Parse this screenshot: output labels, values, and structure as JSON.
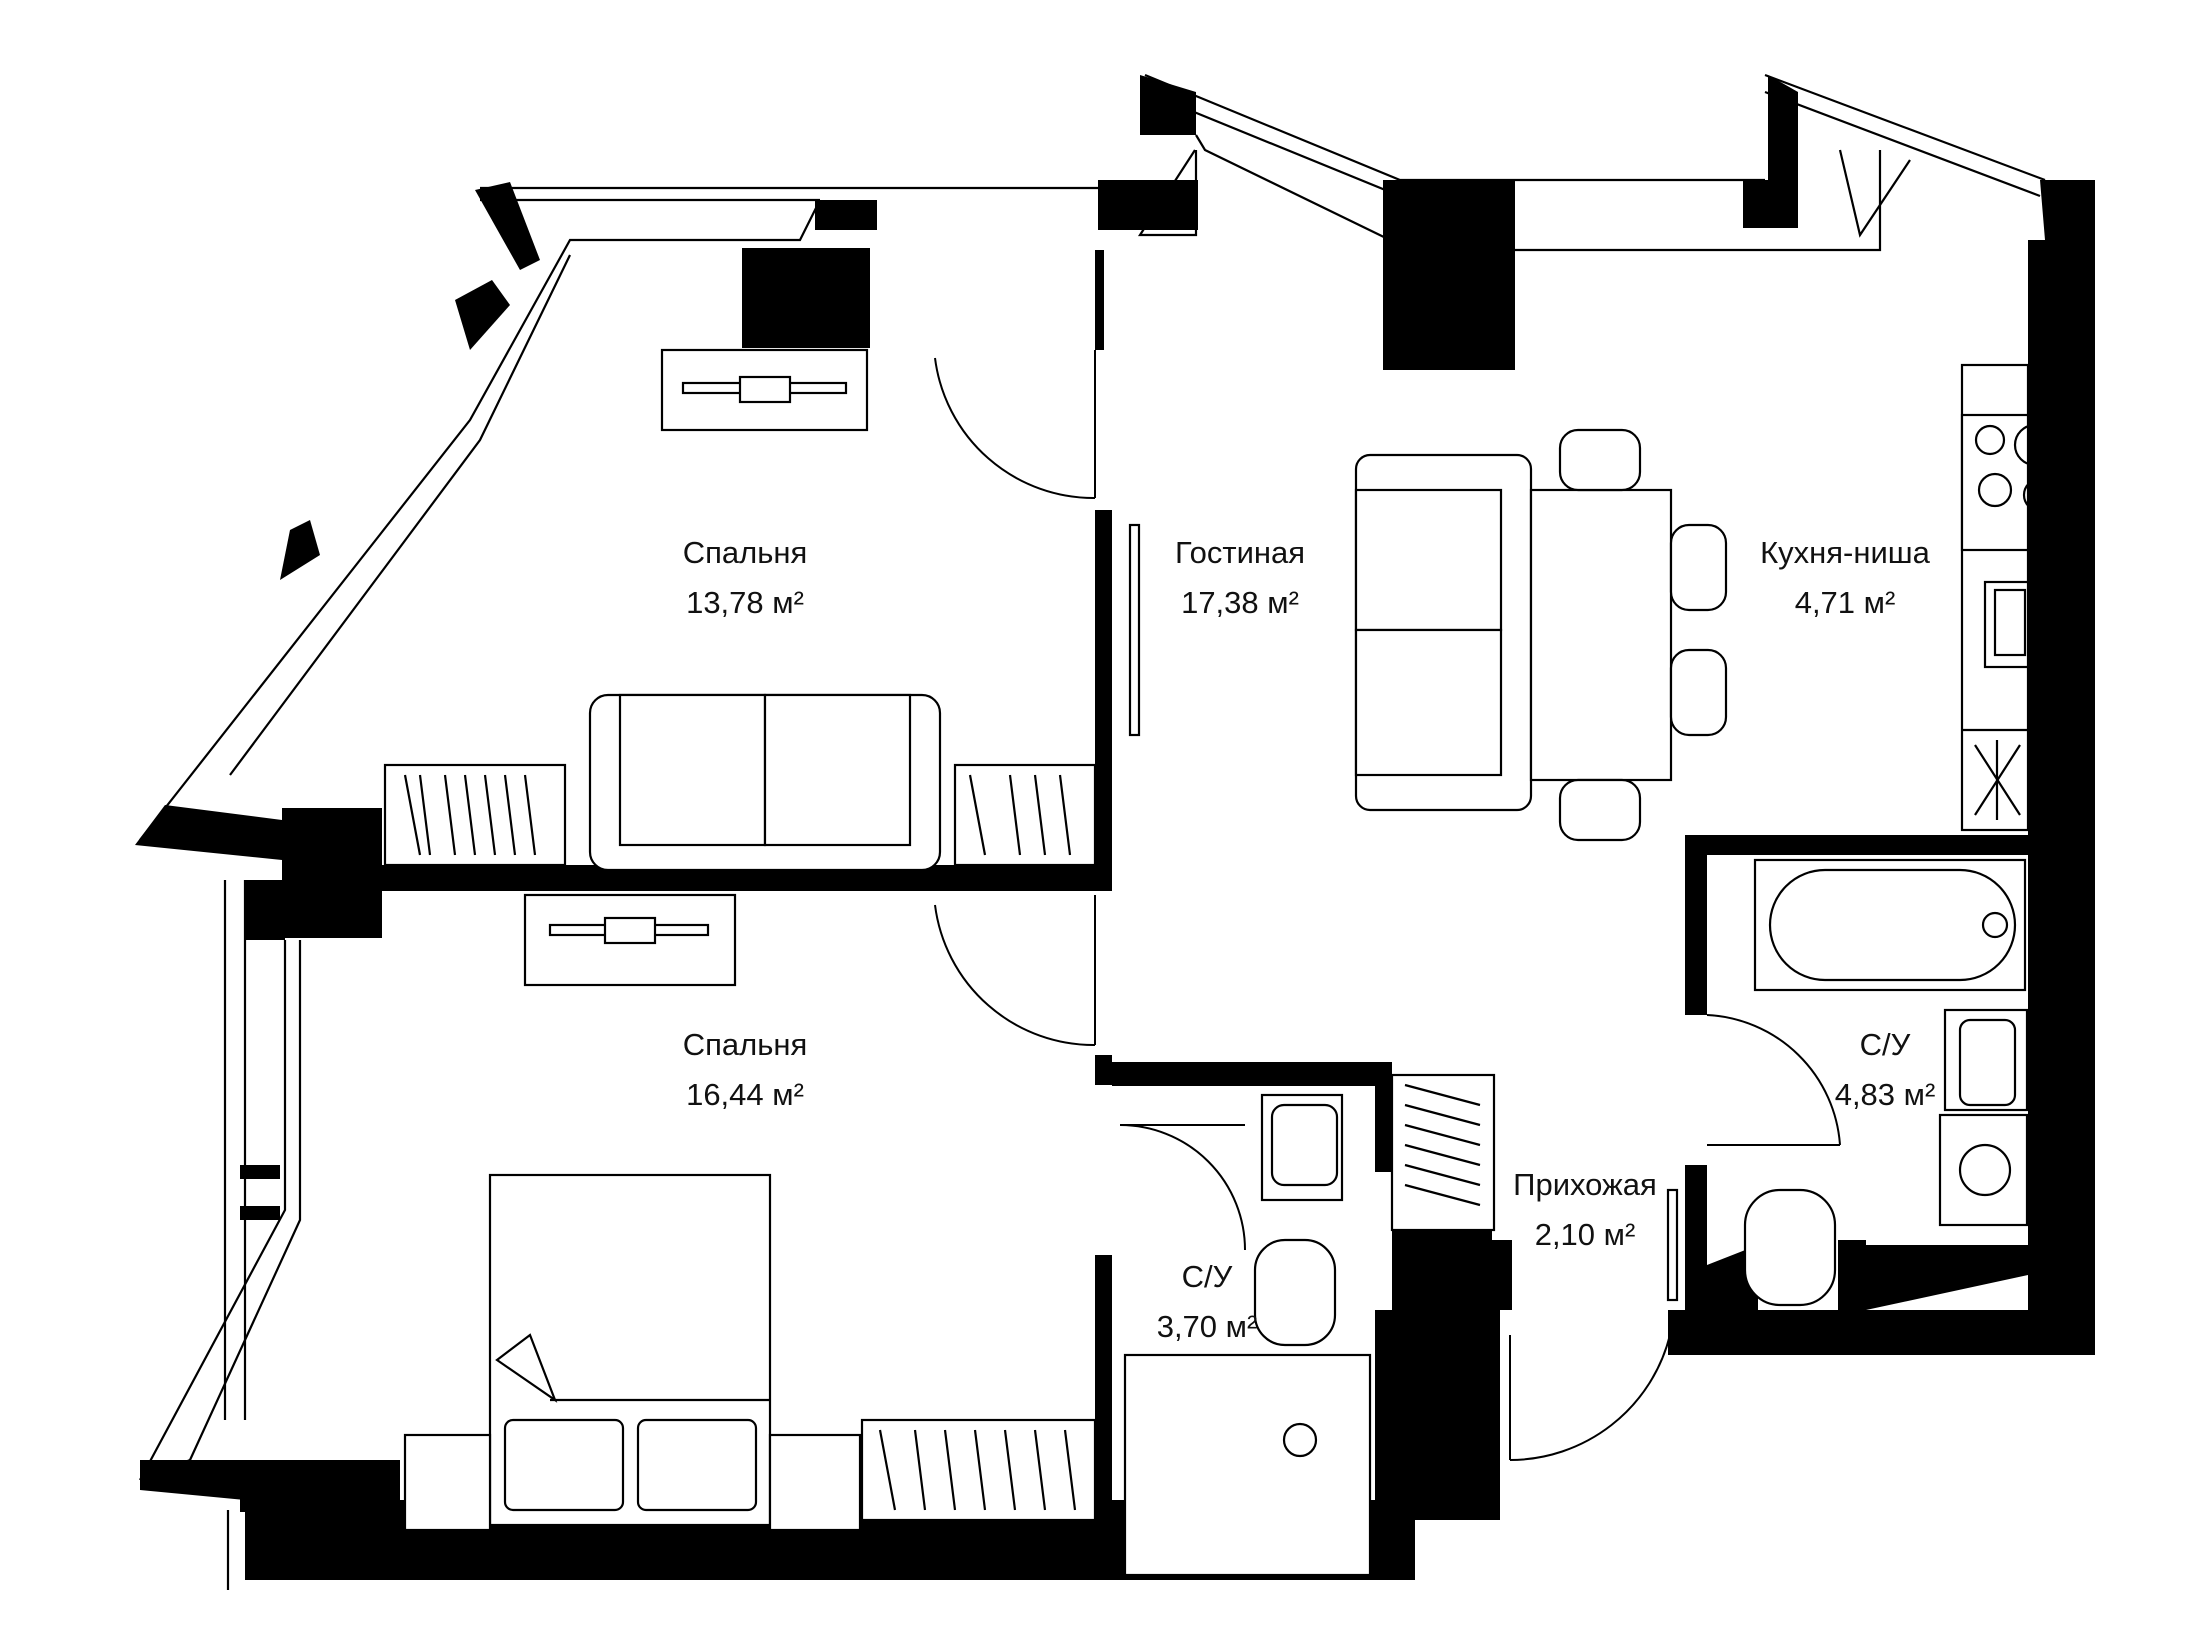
{
  "rooms": {
    "bedroom_1": {
      "name": "Спальня",
      "area": "13,78 м²"
    },
    "living_room": {
      "name": "Гостиная",
      "area": "17,38 м²"
    },
    "kitchen_niche": {
      "name": "Кухня-ниша",
      "area": "4,71 м²"
    },
    "bedroom_2": {
      "name": "Спальня",
      "area": "16,44 м²"
    },
    "bathroom_1": {
      "name": "С/У",
      "area": "4,83 м²"
    },
    "hallway": {
      "name": "Прихожая",
      "area": "2,10 м²"
    },
    "bathroom_2": {
      "name": "С/У",
      "area": "3,70 м²"
    }
  },
  "colors": {
    "wall": "#000000",
    "background": "#ffffff",
    "line": "#000000"
  }
}
